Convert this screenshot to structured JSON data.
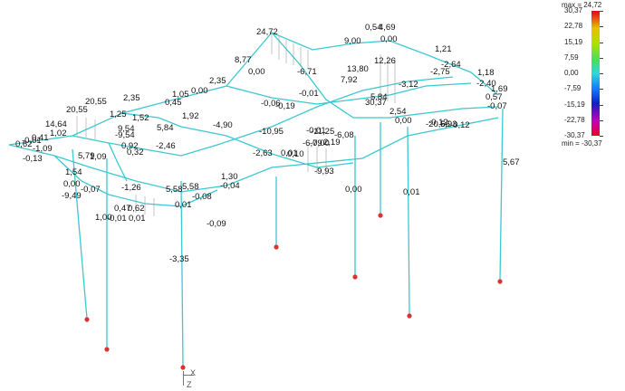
{
  "legend": {
    "max_text": "max = 24,72",
    "min_text": "min = -30,37",
    "ticks": [
      "30,37",
      "22,78",
      "15,19",
      "7,59",
      "0,00",
      "-7,59",
      "-15,19",
      "-22,78",
      "-30,37"
    ]
  },
  "axes": {
    "x": "X",
    "z": "Z"
  },
  "colors": {
    "frame": "#3cc8d0",
    "support": "#e03030",
    "hatch": "#8a8a8a"
  },
  "labels": [
    "24,72",
    "0,54",
    "4,69",
    "9,00",
    "0,00",
    "1,21",
    "8,77",
    "0,00",
    "-6,71",
    "12,26",
    "13,80",
    "-2,64",
    "-2,75",
    "1,18",
    "-2,40",
    "1,69",
    "0,57",
    "-0,07",
    "2,35",
    "0,00",
    "-0,01",
    "7,92",
    "-3,12",
    "5,84",
    "30,37",
    "2,54",
    "0,00",
    "-0,12",
    "20,55",
    "20,55",
    "14,64",
    "2,35",
    "1,25",
    "1,52",
    "1,05",
    "0,45",
    "1,92",
    "9,54",
    "5,84",
    "-9,54",
    "0,92",
    "0,32",
    "1,02",
    "-0,01",
    "0,41",
    "0,62",
    "-1,09",
    "-0,13",
    "-4,90",
    "-0,06",
    "-0,19",
    "-11,25",
    "-0,01",
    "-6,79",
    "-0,00",
    "2,19",
    "-6,08",
    "-0,12",
    "-20,66",
    "5,93",
    "5,67",
    "-2,46",
    "-10,95",
    "-2,63",
    "0,01",
    "0,10",
    "-9,93",
    "0,00",
    "0,01",
    "1,54",
    "0,00",
    "-0,07",
    "5,79",
    "1,09",
    "-9,49",
    "1,30",
    "-0,04",
    "-1,26",
    "5,58",
    "5,58",
    "-0,08",
    "0,01",
    "0,47",
    "0,62",
    "1,00",
    "-0,01",
    "0,01",
    "-0,09",
    "-3,35"
  ]
}
